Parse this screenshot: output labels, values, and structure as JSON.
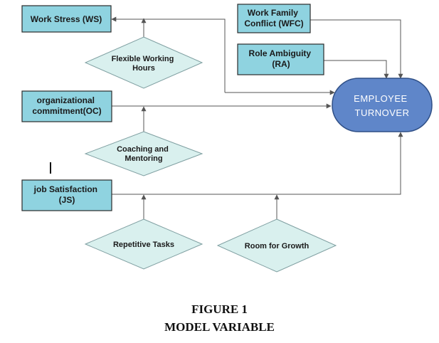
{
  "nodes": {
    "ws": [
      "Work Stress (WS)"
    ],
    "wfc": [
      "Work Family",
      "Conflict (WFC)"
    ],
    "ra": [
      "Role Ambiguity",
      "(RA)"
    ],
    "oc": [
      "organizational",
      "commitment(OC)"
    ],
    "js": [
      "job Satisfaction",
      "(JS)"
    ],
    "turnover": [
      "EMPLOYEE",
      "TURNOVER"
    ],
    "flexible": [
      "Flexible Working",
      "Hours"
    ],
    "coaching": [
      "Coaching and",
      "Mentoring"
    ],
    "repetitive": [
      "Repetitive Tasks"
    ],
    "growth": [
      "Room for Growth"
    ]
  },
  "caption": {
    "line1": "FIGURE 1",
    "line2": "MODEL VARIABLE"
  }
}
